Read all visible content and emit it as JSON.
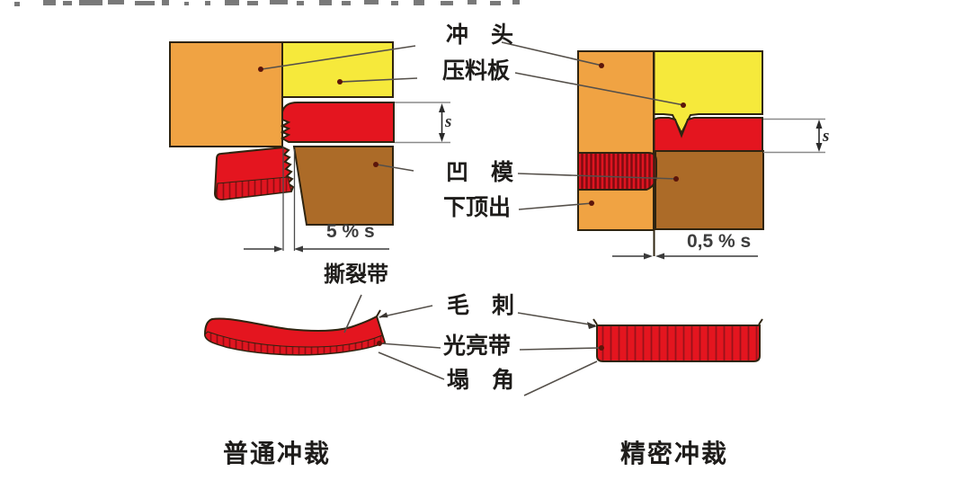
{
  "labels": {
    "punch": "冲　头",
    "blank_holder": "压料板",
    "die": "凹　模",
    "lower_ejector": "下顶出",
    "tear_band": "撕裂带",
    "burr": "毛　刺",
    "bright_band": "光亮带",
    "rollover": "塌　角"
  },
  "dimensions": {
    "left_clearance": "5 % s",
    "right_clearance": "0,5 % s",
    "left_thickness": "s",
    "right_thickness": "s"
  },
  "captions": {
    "left": "普通冲裁",
    "right": "精密冲裁"
  },
  "colors": {
    "punch_orange": "#F0A343",
    "holder_yellow": "#F6E93B",
    "sheet_red": "#E4151F",
    "hatch_dark_red": "#8F0E12",
    "die_brown": "#AC6B28",
    "outline_dark": "#2F2410",
    "leader_gray": "#55504A",
    "dim_gray": "#3A3A3A"
  }
}
